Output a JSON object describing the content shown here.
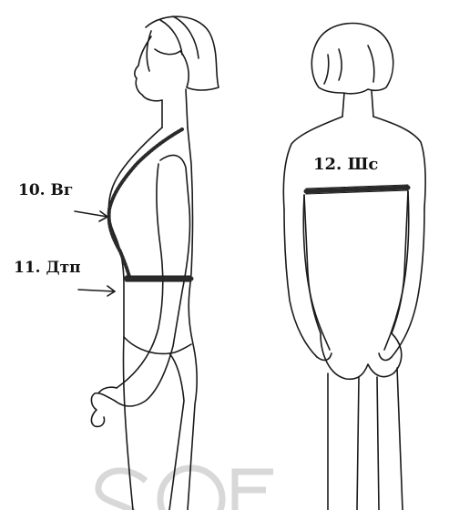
{
  "diagram": {
    "labels": {
      "bust_girth": "10. Вг",
      "waist_front_length": "11. Дтп",
      "back_width": "12. Шс"
    },
    "watermark": "SOF"
  },
  "colors": {
    "line": "#1a1a1a",
    "background": "#ffffff",
    "tape": "#2a2a2a",
    "watermark": "#d8d8d8"
  }
}
